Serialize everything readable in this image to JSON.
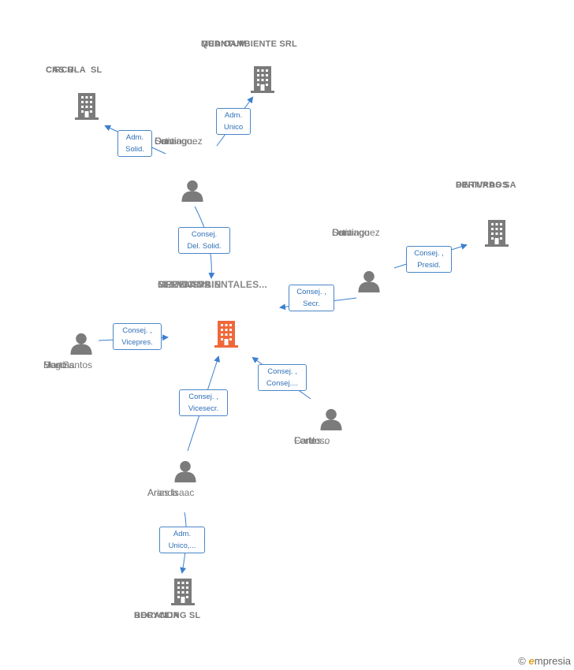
{
  "colors": {
    "edge": "#3c7fd0",
    "building": "#7b7b7b",
    "building_main": "#f0683a",
    "person": "#7b7b7b"
  },
  "companies": {
    "main": [
      "GREENSPAIN",
      "SERVICIOS",
      "MEDIOAMBIENTALES..."
    ],
    "quantum": [
      "QUANTUM",
      "MEDIOAMBIENTE SRL"
    ],
    "cas": [
      "CAS R-",
      "CIRCULA  SL"
    ],
    "derivados": [
      "DERIVADOS",
      "DE",
      "PINTURAS SA"
    ],
    "boranda": [
      "BORANDA",
      "RECYCLING SL"
    ]
  },
  "persons": {
    "ortiz1": [
      "Ortiz",
      "Dominguez",
      "Santiago..."
    ],
    "ortiz2": [
      "Ortiz",
      "Dominguez",
      "Santiago"
    ],
    "dos_santos": [
      "Dos Santos",
      "Martins",
      "Hugo ..."
    ],
    "forte": [
      "Forte",
      "Cardoso",
      "Carlos..."
    ],
    "aranda": [
      "Aranda",
      "Arias Isaac"
    ]
  },
  "edges": {
    "adm_unico_quantum": [
      "Adm.",
      "Unico"
    ],
    "adm_solid_cas": [
      "Adm.",
      "Solid."
    ],
    "consej_del_solid": [
      "Consej.",
      "Del. Solid."
    ],
    "consej_presid": [
      "Consej. ,",
      "Presid."
    ],
    "consej_secr": [
      "Consej. ,",
      "Secr."
    ],
    "consej_vicepres": [
      "Consej. ,",
      "Vicepres."
    ],
    "consej_consej": [
      "Consej. ,",
      "Consej...."
    ],
    "consej_vicesecr": [
      "Consej. ,",
      "Vicesecr."
    ],
    "adm_unico_boranda": [
      "Adm.",
      "Unico,..."
    ]
  },
  "footer": {
    "copyright": "©",
    "brand_initial": "e",
    "brand_rest": "mpresia"
  }
}
